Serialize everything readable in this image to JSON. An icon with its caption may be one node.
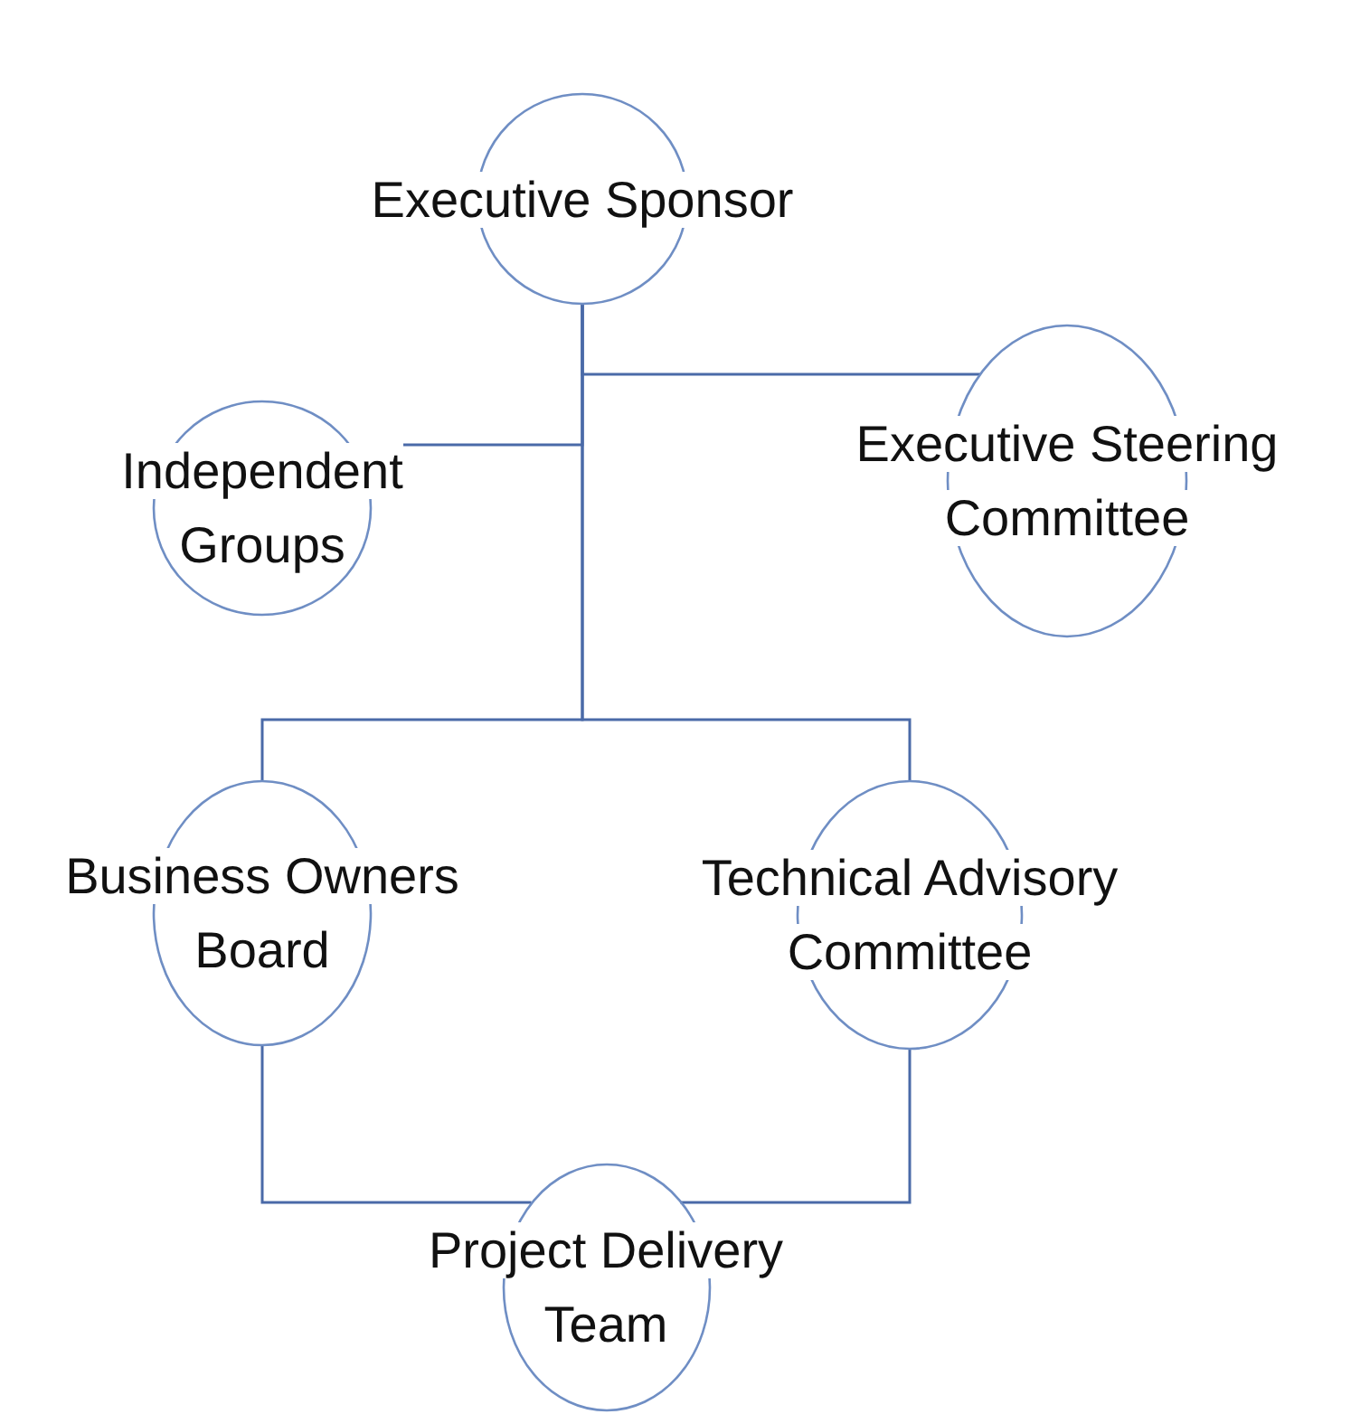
{
  "diagram": {
    "nodes": [
      {
        "text": [
          "Executive Sponsor"
        ]
      },
      {
        "text": [
          "Independent Groups"
        ]
      },
      {
        "text": [
          "Executive Steering Committee"
        ]
      },
      {
        "text": [
          "Business Owners Board"
        ]
      },
      {
        "text": [
          "Technical Advisory Committee"
        ]
      },
      {
        "text": [
          "Project Delivery Team"
        ]
      }
    ],
    "edges": [
      {
        "from": 0,
        "to": 1,
        "arrow": "none"
      },
      {
        "from": 0,
        "to": 2,
        "arrow": "none"
      },
      {
        "from": 0,
        "to": 3,
        "arrow": "none"
      },
      {
        "from": 0,
        "to": 4,
        "arrow": "none"
      },
      {
        "from": 3,
        "to": 5,
        "arrow": "none"
      },
      {
        "from": 4,
        "to": 5,
        "arrow": "none"
      }
    ]
  }
}
